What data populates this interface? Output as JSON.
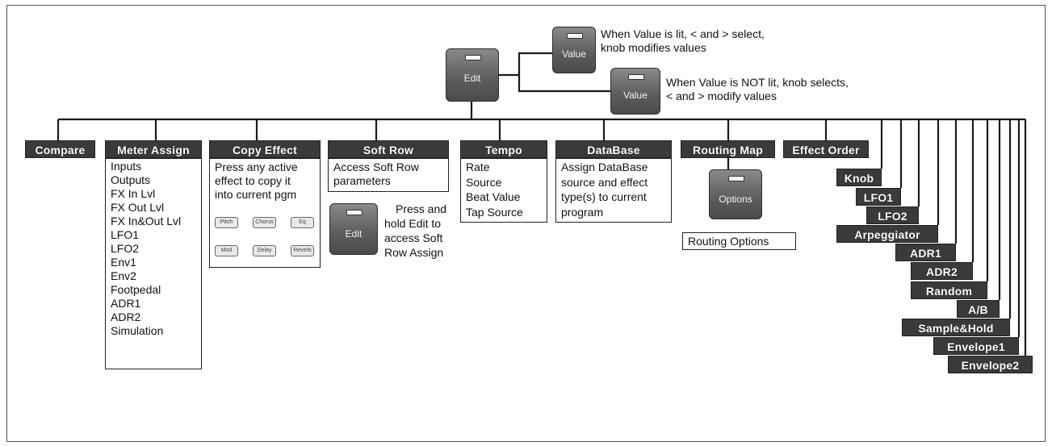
{
  "edit_button": {
    "label": "Edit"
  },
  "value_lit": {
    "button_label": "Value",
    "description_lines": [
      "When Value is lit, < and > select,",
      "knob modifies values"
    ]
  },
  "value_not_lit": {
    "button_label": "Value",
    "description_lines": [
      "When Value is NOT lit, knob selects,",
      "< and > modify values"
    ]
  },
  "menus": {
    "compare": {
      "title": "Compare"
    },
    "meter_assign": {
      "title": "Meter Assign",
      "items": [
        "Inputs",
        "Outputs",
        "FX In Lvl",
        "FX Out Lvl",
        "FX In&Out Lvl",
        "LFO1",
        "LFO2",
        "Env1",
        "Env2",
        "Footpedal",
        "ADR1",
        "ADR2",
        "Simulation"
      ]
    },
    "copy_effect": {
      "title": "Copy Effect",
      "text_lines": [
        "Press any active",
        "effect to copy it",
        "into current pgm"
      ],
      "mini_buttons": [
        "Pitch",
        "Chorus",
        "Eq",
        "Mod",
        "Delay",
        "Reverb"
      ]
    },
    "soft_row": {
      "title": "Soft Row",
      "text_lines": [
        "Access Soft Row",
        "parameters"
      ],
      "edit_button_label": "Edit",
      "hold_note_lines": [
        "Press and",
        "hold Edit to",
        "access Soft",
        "Row Assign"
      ]
    },
    "tempo": {
      "title": "Tempo",
      "items": [
        "Rate",
        "Source",
        "Beat Value",
        "Tap Source"
      ]
    },
    "database": {
      "title": "DataBase",
      "text_lines": [
        "Assign DataBase",
        "source and effect",
        "type(s) to current",
        "program"
      ]
    },
    "routing_map": {
      "title": "Routing Map",
      "options_button_label": "Options",
      "options_box": "Routing Options"
    },
    "effect_order": {
      "title": "Effect Order"
    },
    "modulators": [
      "Knob",
      "LFO1",
      "LFO2",
      "Arpeggiator",
      "ADR1",
      "ADR2",
      "Random",
      "A/B",
      "Sample&Hold",
      "Envelope1",
      "Envelope2"
    ]
  }
}
